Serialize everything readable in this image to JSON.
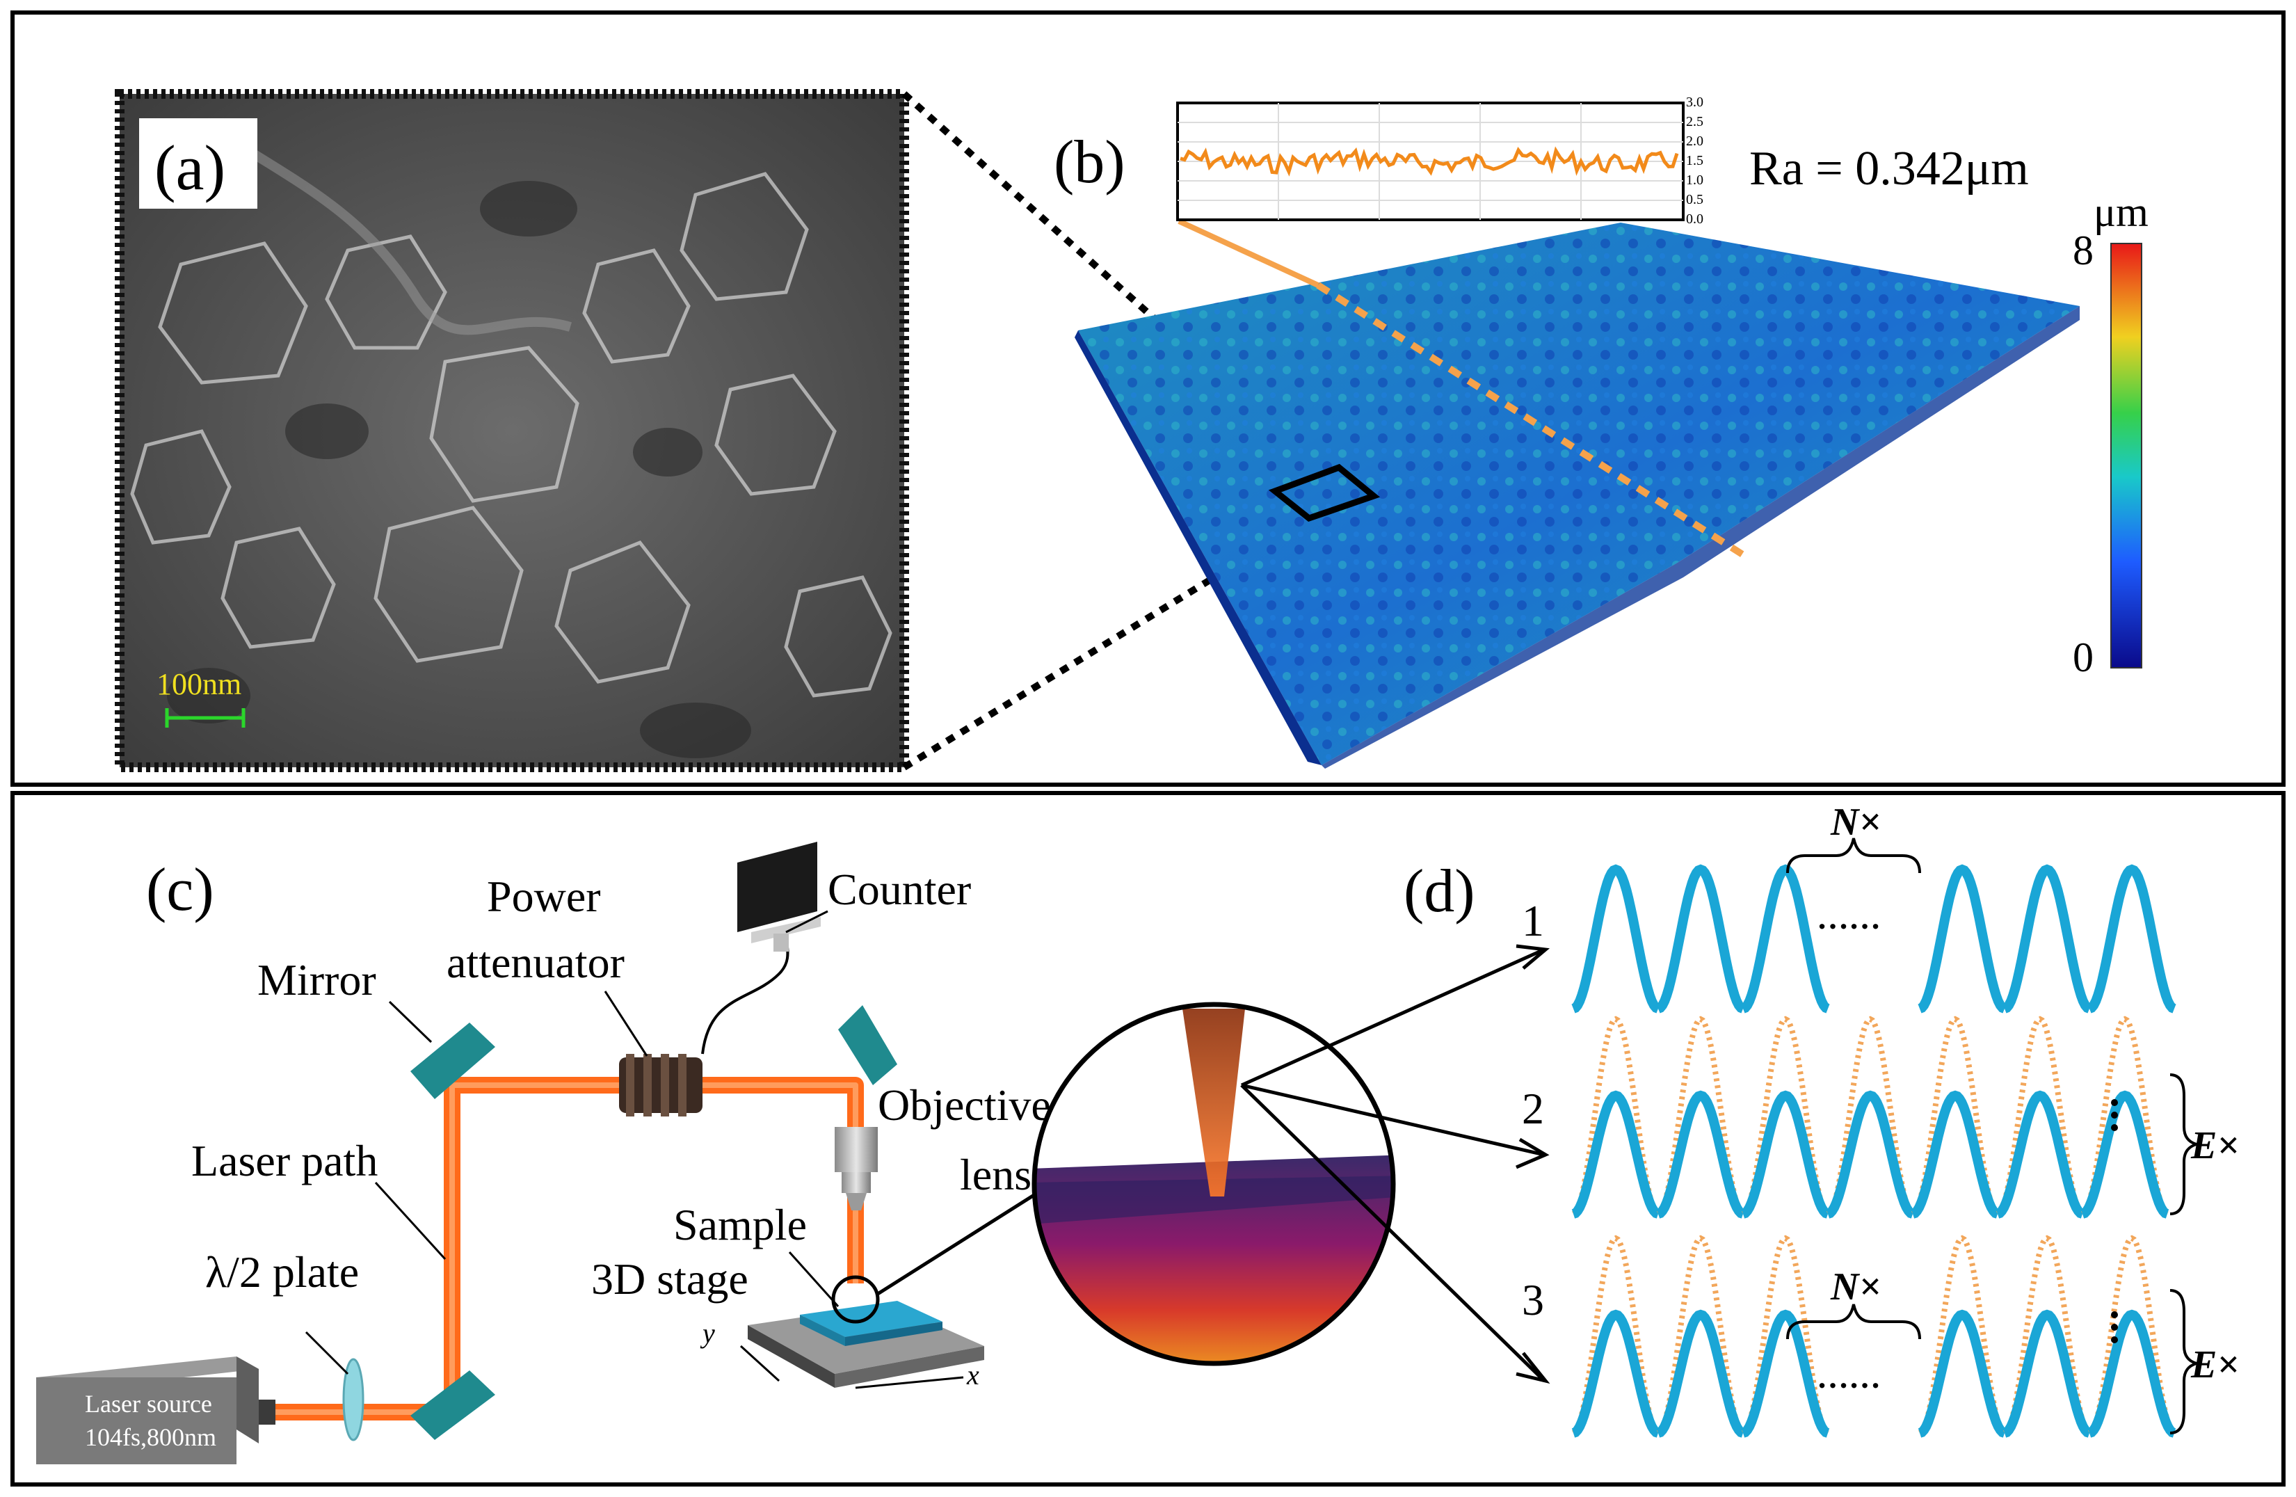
{
  "panel_a": {
    "label": "(a)",
    "scale_bar": "100nm"
  },
  "panel_b": {
    "label": "(b)",
    "ra": "Ra = 0.342μm",
    "inset_ticks": [
      "3.0",
      "2.5",
      "2.0",
      "1.5",
      "1.0",
      "0.5",
      "0.0"
    ],
    "colorbar_unit": "μm",
    "colorbar_max": "8",
    "colorbar_min": "0"
  },
  "panel_c": {
    "label": "(c)",
    "counter": "Counter",
    "power_line1": "Power",
    "power_line2": "attenuator",
    "mirror": "Mirror",
    "laser_path": "Laser path",
    "half_wave": "λ/2 plate",
    "objective_line1": "Objective",
    "objective_line2": "lens",
    "sample": "Sample",
    "stage": "3D stage",
    "axis_x": "x",
    "axis_y": "y",
    "source_line1": "Laser source",
    "source_line2": "104fs,800nm"
  },
  "panel_d": {
    "label": "(d)",
    "row1": "1",
    "row2": "2",
    "row3": "3",
    "repeat_n": "N×",
    "repeat_e": "E×",
    "dots": "……"
  },
  "colors": {
    "laser": "#ff6a1a",
    "pulse_blue": "#1aa6d6",
    "pulse_orange": "#f2a65a",
    "mirror": "#1f8a8e"
  }
}
